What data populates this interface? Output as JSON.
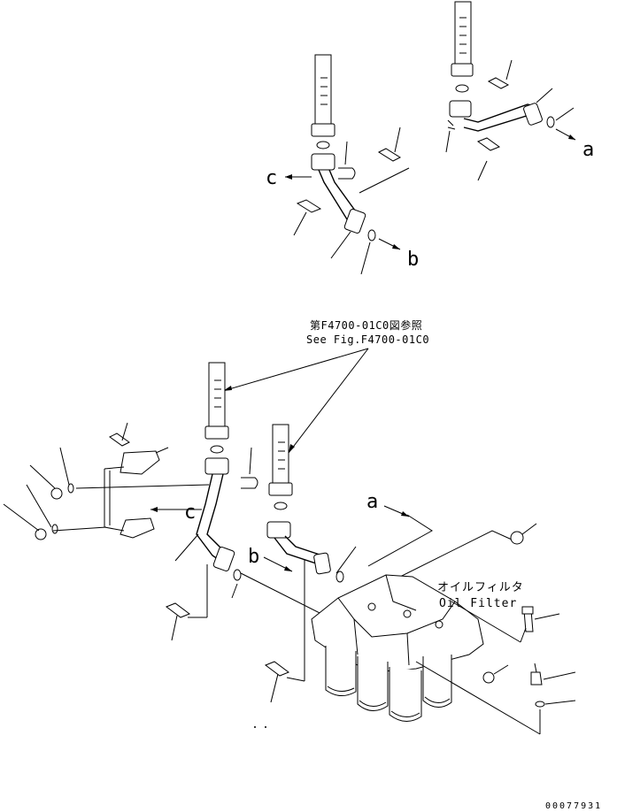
{
  "labels": {
    "a_top": "a",
    "b_top": "b",
    "c_top": "c",
    "a_bottom": "a",
    "b_bottom": "b",
    "c_bottom": "c"
  },
  "reference": {
    "jp": "第F4700-01C0図参照",
    "en": "See Fig.F4700-01C0"
  },
  "oil_filter": {
    "jp": "オイルフィルタ",
    "en": "Oil Filter"
  },
  "drawing_number": "00077931"
}
